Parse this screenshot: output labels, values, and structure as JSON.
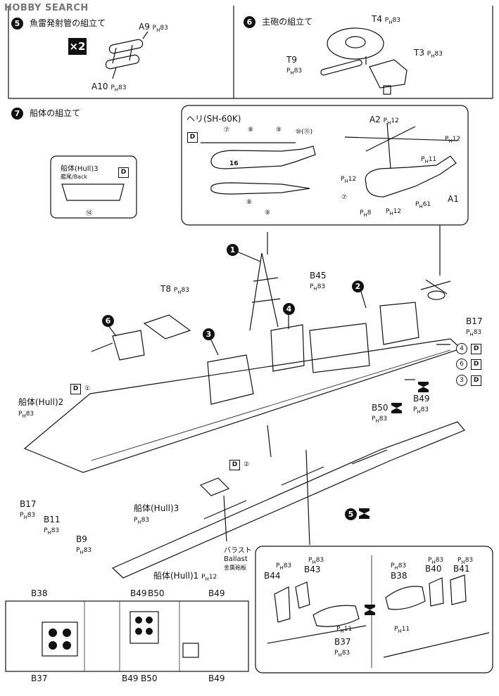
{
  "watermark": "HOBBY SEARCH",
  "step5": {
    "num": "5",
    "title": "魚雷発射管の組立て",
    "multiplier": "×2",
    "parts": [
      {
        "id": "A9",
        "ref": "83"
      },
      {
        "id": "A10",
        "ref": "83"
      }
    ]
  },
  "step6": {
    "num": "6",
    "title": "主砲の組立て",
    "parts": [
      {
        "id": "T4",
        "ref": "83"
      },
      {
        "id": "T9",
        "ref": "83"
      },
      {
        "id": "T3",
        "ref": "83"
      }
    ]
  },
  "step7": {
    "num": "7",
    "title": "船体の組立て"
  },
  "heli": {
    "title": "ヘリ(SH-60K)",
    "decal": "D",
    "decal_nums": [
      "⑦",
      "⑧",
      "⑨",
      "⑩(⑪)"
    ],
    "side_nums": [
      "⑧",
      "⑨"
    ],
    "side_text": "16",
    "parts": [
      {
        "id": "A2",
        "ref": "12"
      },
      {
        "id": "",
        "ref": "12"
      },
      {
        "id": "",
        "ref": "11"
      },
      {
        "id": "",
        "ref": "12"
      },
      {
        "id": "",
        "ref": "8"
      },
      {
        "id": "",
        "ref": "12"
      },
      {
        "id": "",
        "ref": "61"
      },
      {
        "id": "A1",
        "ref": ""
      }
    ],
    "decal_seven": "⑦"
  },
  "hull3_box": {
    "title": "船体(Hull)3",
    "sub": "艦尾/Back",
    "decal": "D",
    "num": "⑭"
  },
  "labels": {
    "t8": "T8",
    "t8_ref": "83",
    "b45": "B45",
    "b45_ref": "83",
    "b17a": "B17",
    "b17a_ref": "83",
    "b17b": "B17",
    "b17b_ref": "83",
    "b11": "B11",
    "b11_ref": "83",
    "b9": "B9",
    "b9_ref": "83",
    "b49": "B49",
    "b49_ref": "83",
    "b50": "B50",
    "b50_ref": "83",
    "hull2": "船体(Hull)2",
    "hull2_ref": "83",
    "hull3": "船体(Hull)3",
    "hull3_ref": "83",
    "hull1": "船体(Hull)1",
    "hull1_ref": "12",
    "ballast_jp": "バラスト",
    "ballast_en": "Ballast",
    "ballast_sub": "金属砲板",
    "decal_one": "①",
    "decal_two": "②"
  },
  "callouts": [
    "1",
    "2",
    "3",
    "4",
    "5",
    "6"
  ],
  "side_decals": [
    {
      "num": "4",
      "d": "D"
    },
    {
      "num": "6",
      "d": "D"
    },
    {
      "num": "3",
      "d": "D"
    }
  ],
  "detail_right": {
    "parts": [
      {
        "id": "B43",
        "ref": "83"
      },
      {
        "id": "B44",
        "ref": "83"
      },
      {
        "id": "B37",
        "ref": "83"
      },
      {
        "id": "",
        "ref": "11"
      },
      {
        "id": "B38",
        "ref": "83"
      },
      {
        "id": "B40",
        "ref": "83"
      },
      {
        "id": "B41",
        "ref": "83"
      },
      {
        "id": "",
        "ref": "11"
      }
    ]
  },
  "deck_map": {
    "top": [
      "B38",
      "B49",
      "B50",
      "B49"
    ],
    "bottom": [
      "B37",
      "B49",
      "B50",
      "B49"
    ]
  }
}
